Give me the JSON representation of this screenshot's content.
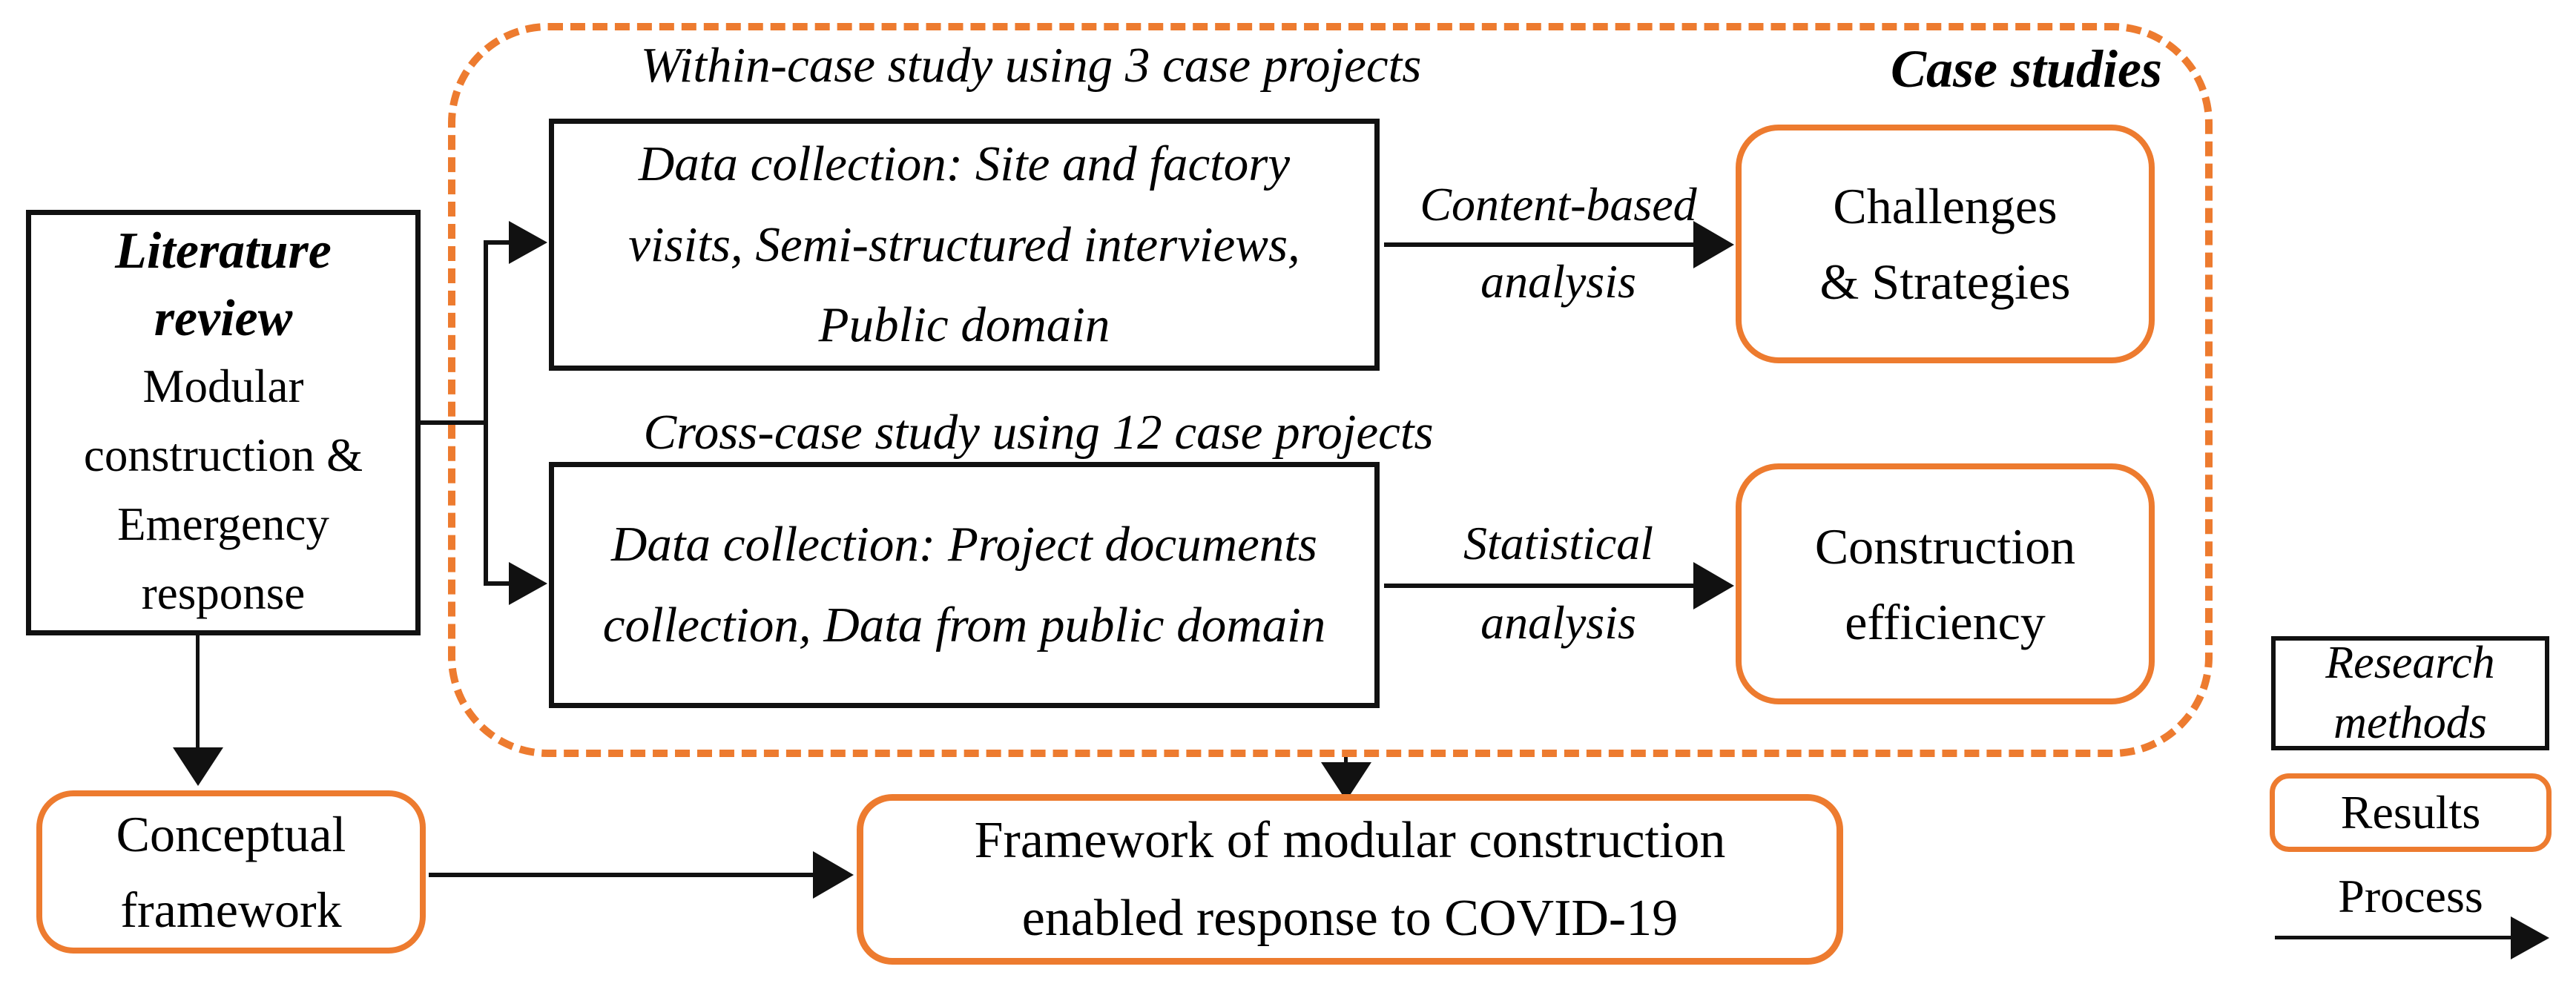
{
  "diagram": {
    "colors": {
      "accent_orange": "#ED7B2F",
      "line_black": "#111111"
    },
    "literature": {
      "title": "Literature review",
      "body": "Modular construction & Emergency response"
    },
    "case_studies_label": "Case studies",
    "within_case": {
      "label": "Within-case study using 3 case projects",
      "data_collection": "Data collection: Site and factory visits, Semi-structured interviews, Public domain",
      "analysis": {
        "line1": "Content-based",
        "line2": "analysis"
      },
      "result": {
        "line1": "Challenges",
        "line2": "& Strategies"
      }
    },
    "cross_case": {
      "label": "Cross-case study using 12 case projects",
      "data_collection": "Data collection: Project documents collection, Data from public domain",
      "analysis": {
        "line1": "Statistical",
        "line2": "analysis"
      },
      "result": {
        "line1": "Construction",
        "line2": "efficiency"
      }
    },
    "conceptual_framework": "Conceptual framework",
    "framework": "Framework of modular construction enabled response to COVID-19",
    "legend": {
      "research_methods": {
        "line1": "Research",
        "line2": "methods"
      },
      "results": "Results",
      "process": "Process"
    }
  }
}
